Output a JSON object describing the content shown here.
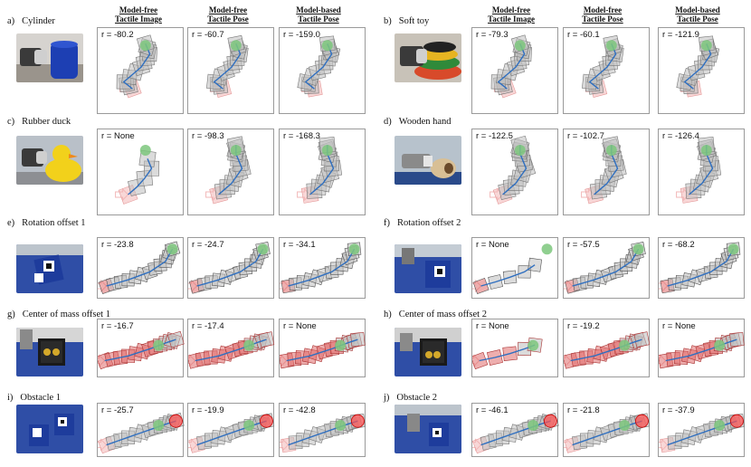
{
  "column_headers": {
    "left": [
      "Model-free\nTactile Image",
      "Model-free\nTactile Pose",
      "Model-based\nTactile Pose"
    ],
    "right": [
      "Model-free\nTactile Image",
      "Model-free\nTactile Pose",
      "Model-based\nTactile Pose"
    ]
  },
  "rows": [
    {
      "left": {
        "letter": "a)",
        "label": "Cylinder",
        "rewards": [
          "r = -80.2",
          "r = -60.7",
          "r = -159.0"
        ]
      },
      "right": {
        "letter": "b)",
        "label": "Soft toy",
        "rewards": [
          "r = -79.3",
          "r = -60.1",
          "r = -121.9"
        ]
      }
    },
    {
      "left": {
        "letter": "c)",
        "label": "Rubber duck",
        "rewards": [
          "r = None",
          "r = -98.3",
          "r = -168.3"
        ]
      },
      "right": {
        "letter": "d)",
        "label": "Wooden hand",
        "rewards": [
          "r = -122.5",
          "r = -102.7",
          "r = -126.4"
        ]
      }
    },
    {
      "left": {
        "letter": "e)",
        "label": "Rotation offset 1",
        "rewards": [
          "r = -23.8",
          "r = -24.7",
          "r = -34.1"
        ]
      },
      "right": {
        "letter": "f)",
        "label": "Rotation offset 2",
        "rewards": [
          "r = None",
          "r = -57.5",
          "r = -68.2"
        ]
      }
    },
    {
      "left": {
        "letter": "g)",
        "label": "Center of mass offset 1",
        "rewards": [
          "r = -16.7",
          "r = -17.4",
          "r = None"
        ]
      },
      "right": {
        "letter": "h)",
        "label": "Center of mass offset 2",
        "rewards": [
          "r = None",
          "r = -19.2",
          "r = None"
        ]
      }
    },
    {
      "left": {
        "letter": "i)",
        "label": "Obstacle 1",
        "rewards": [
          "r = -25.7",
          "r = -19.9",
          "r = -42.8"
        ]
      },
      "right": {
        "letter": "j)",
        "label": "Obstacle 2",
        "rewards": [
          "r = -46.1",
          "r = -21.8",
          "r = -37.9"
        ]
      }
    }
  ],
  "colors": {
    "trajectory": "#2f6fc0",
    "goal": "#7cc77c",
    "object_gray": "#bdbdbd",
    "object_red": "#e06b6b",
    "start_pink": "#f2b7b7",
    "obstacle": "#ff4d4d"
  }
}
